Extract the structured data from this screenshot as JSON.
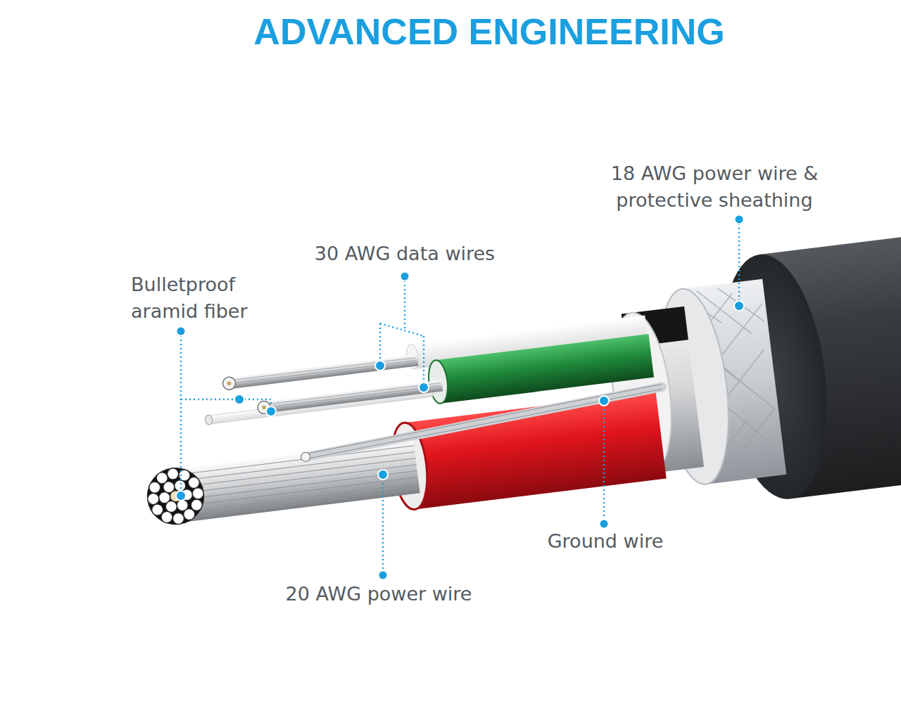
{
  "diagram": {
    "title": "ADVANCED ENGINEERING",
    "labels": [
      "18 AWG power wire & protective sheathing",
      "30 AWG data wires",
      "Bulletproof aramid fiber",
      "Ground wire",
      "20 AWG power wire"
    ]
  }
}
